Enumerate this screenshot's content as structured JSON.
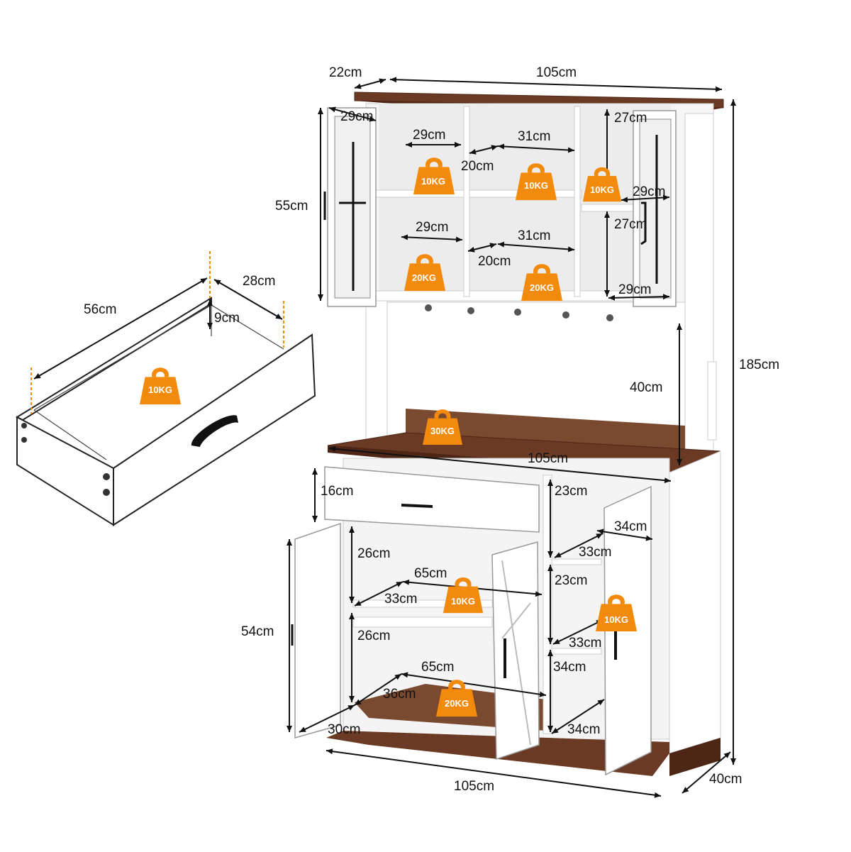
{
  "colors": {
    "wood": "#6b3a24",
    "wood_dark": "#4d2616",
    "white_panel": "#ffffff",
    "shade": "#eeeeee",
    "weight_badge": "#f28a0c",
    "handle": "#111111"
  },
  "dimensions": {
    "top_depth": "22cm",
    "top_width": "105cm",
    "door_glass_width_left": "29cm",
    "hutch_height": "55cm",
    "hutch_upper_cubby_left": "29cm",
    "hutch_upper_cubby_right": "31cm",
    "hutch_upper_depth": "20cm",
    "hutch_right_upper_height": "27cm",
    "hutch_right_width": "29cm",
    "hutch_lower_cubby_left": "29cm",
    "hutch_lower_cubby_right": "31cm",
    "hutch_lower_depth": "20cm",
    "hutch_right_lower_height": "27cm",
    "hutch_right_lower_width": "29cm",
    "open_space_height": "40cm",
    "total_height": "185cm",
    "counter_width": "105cm",
    "drawer_height": "16cm",
    "side_cubby_upper_height": "23cm",
    "side_door_width": "34cm",
    "side_cubby_upper_depth": "33cm",
    "side_cubby_middle_height": "23cm",
    "side_cubby_middle_depth": "33cm",
    "side_cubby_lower_height": "34cm",
    "side_cubby_lower_depth": "34cm",
    "cab_upper_height": "26cm",
    "cab_upper_width": "65cm",
    "cab_upper_depth": "33cm",
    "cab_lower_height": "26cm",
    "cab_lower_width": "65cm",
    "cab_lower_depth": "36cm",
    "cab_door_height": "54cm",
    "cab_door_width": "30cm",
    "base_width": "105cm",
    "base_depth": "40cm",
    "drawer_length": "56cm",
    "drawer_depth": "28cm",
    "drawer_inner_height": "9cm"
  },
  "weights": {
    "hutch_upper_left": "10KG",
    "hutch_upper_mid": "10KG",
    "hutch_upper_right": "10KG",
    "hutch_lower_left": "20KG",
    "hutch_lower_mid": "20KG",
    "counter": "30KG",
    "cab_upper": "10KG",
    "side_middle": "10KG",
    "cab_lower": "20KG",
    "drawer": "10KG"
  }
}
